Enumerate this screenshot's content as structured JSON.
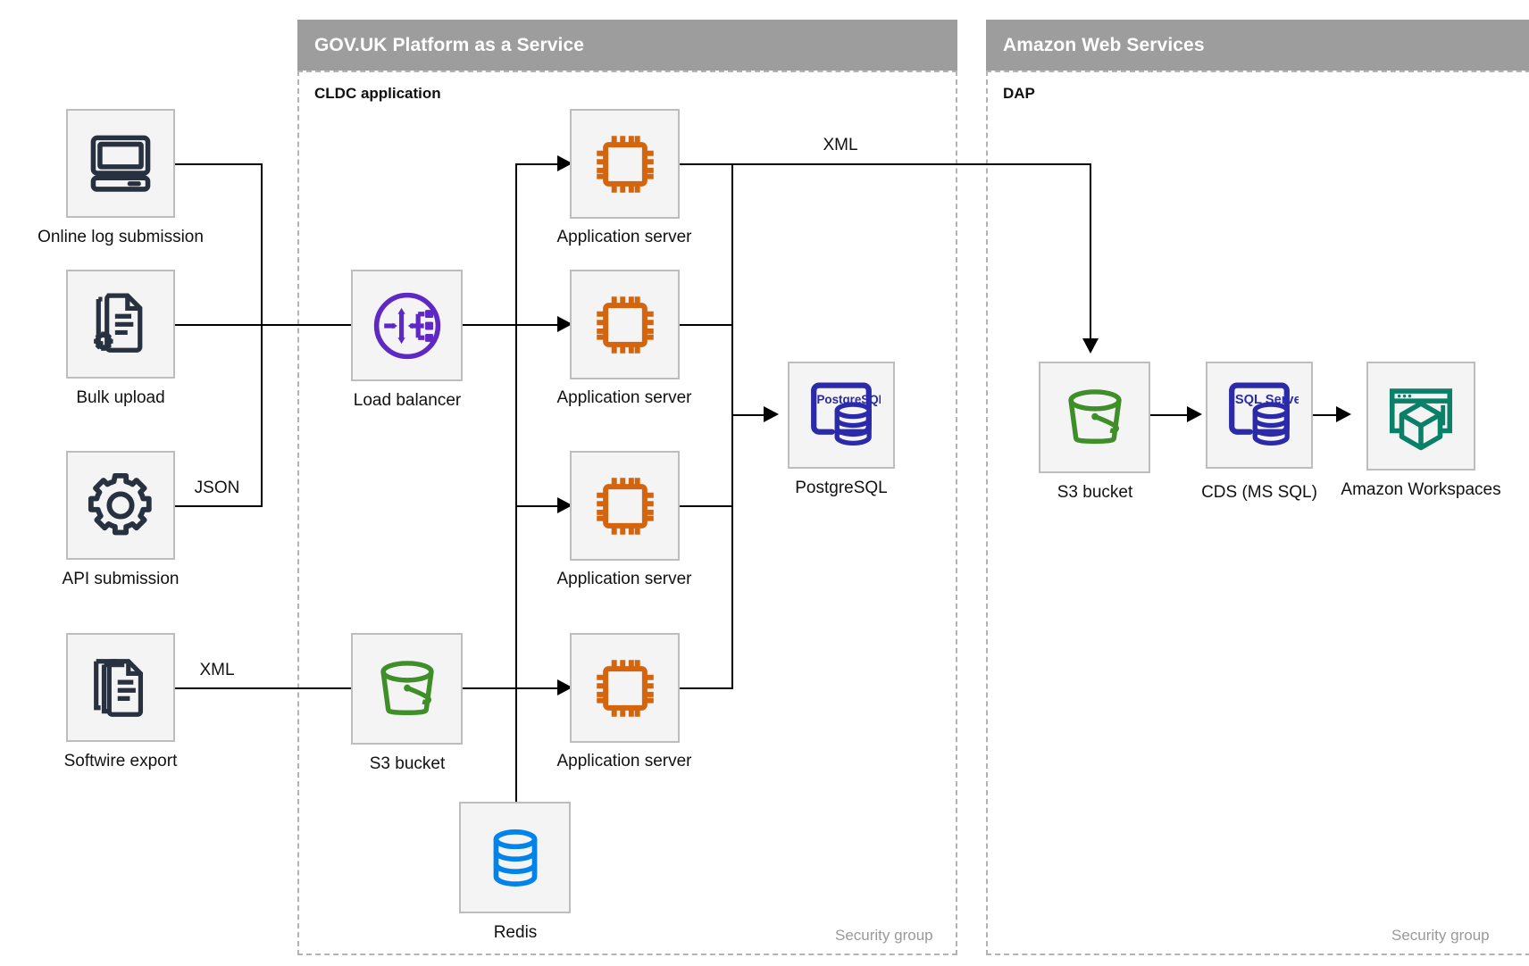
{
  "groups": [
    {
      "id": "paas",
      "title": "GOV.UK Platform as a Service",
      "inner_label": "CLDC application",
      "security_label": "Security group"
    },
    {
      "id": "aws",
      "title": "Amazon Web Services",
      "inner_label": "DAP",
      "security_label": "Security group"
    }
  ],
  "nodes": {
    "online_log": {
      "label": "Online log submission",
      "icon": "monitor-icon"
    },
    "bulk_upload": {
      "label": "Bulk upload",
      "icon": "document-gear-icon"
    },
    "api_submission": {
      "label": "API submission",
      "icon": "gear-icon"
    },
    "softwire_export": {
      "label": "Softwire export",
      "icon": "documents-icon"
    },
    "load_balancer": {
      "label": "Load balancer",
      "icon": "load-balancer-icon"
    },
    "s3_paas": {
      "label": "S3 bucket",
      "icon": "s3-bucket-icon"
    },
    "redis": {
      "label": "Redis",
      "icon": "database-icon"
    },
    "app_server_1": {
      "label": "Application server",
      "icon": "cpu-icon"
    },
    "app_server_2": {
      "label": "Application server",
      "icon": "cpu-icon"
    },
    "app_server_3": {
      "label": "Application server",
      "icon": "cpu-icon"
    },
    "app_server_4": {
      "label": "Application server",
      "icon": "cpu-icon"
    },
    "postgresql": {
      "label": "PostgreSQL",
      "icon": "postgresql-icon",
      "icon_text": "PostgreSQL"
    },
    "s3_aws": {
      "label": "S3 bucket",
      "icon": "s3-bucket-icon"
    },
    "cds": {
      "label": "CDS (MS SQL)",
      "icon": "sql-server-icon",
      "icon_text": "SQL Server"
    },
    "workspaces": {
      "label": "Amazon Workspaces",
      "icon": "workspaces-icon"
    }
  },
  "edge_labels": {
    "json": "JSON",
    "xml_softwire": "XML",
    "xml_dap": "XML"
  },
  "colors": {
    "header_bg": "#9d9d9d",
    "node_bg": "#f4f4f4",
    "node_border": "#bdbdbd",
    "dashed_border": "#b3b3b3",
    "navy": "#27313f",
    "orange": "#d4650f",
    "purple": "#5f27c4",
    "green": "#3f8f29",
    "blue_db": "#0084ec",
    "indigo": "#2a2aab",
    "teal": "#0a8069",
    "line": "#000000"
  }
}
